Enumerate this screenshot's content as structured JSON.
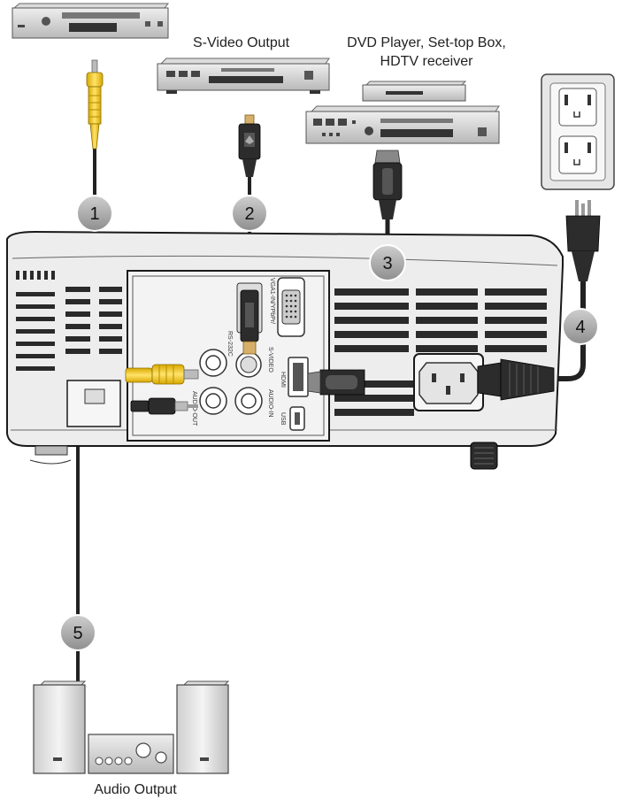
{
  "captions": {
    "svideo_output": "S-Video Output",
    "dvd_line1": "DVD Player, Set-top Box,",
    "dvd_line2": "HDTV receiver",
    "audio_output": "Audio Output"
  },
  "callouts": [
    "1",
    "2",
    "3",
    "4",
    "5"
  ],
  "port_labels": {
    "rs232c": "RS-232C",
    "vga": "VGA1-IN/YPbPr/",
    "svideo": "S-VIDEO",
    "hdmi": "HDMI",
    "audio_in": "AUDIO-IN",
    "usb": "USB",
    "audio_out": "AUDIO-OUT"
  },
  "colors": {
    "device_body": "#c8c8c8",
    "device_dark": "#5a5a5a",
    "projector_body": "#e9e9e9",
    "projector_outline": "#1a1a1a",
    "cable": "#2a2a2a",
    "composite_plug": "#f2c200",
    "badge_fill": "#9e9e9e"
  },
  "icons": [
    "composite-video-player-icon",
    "svideo-player-icon",
    "set-top-box-icon",
    "dvd-player-icon",
    "wall-outlet-icon",
    "power-plug-icon",
    "projector-icon",
    "speaker-icon",
    "amplifier-icon"
  ]
}
